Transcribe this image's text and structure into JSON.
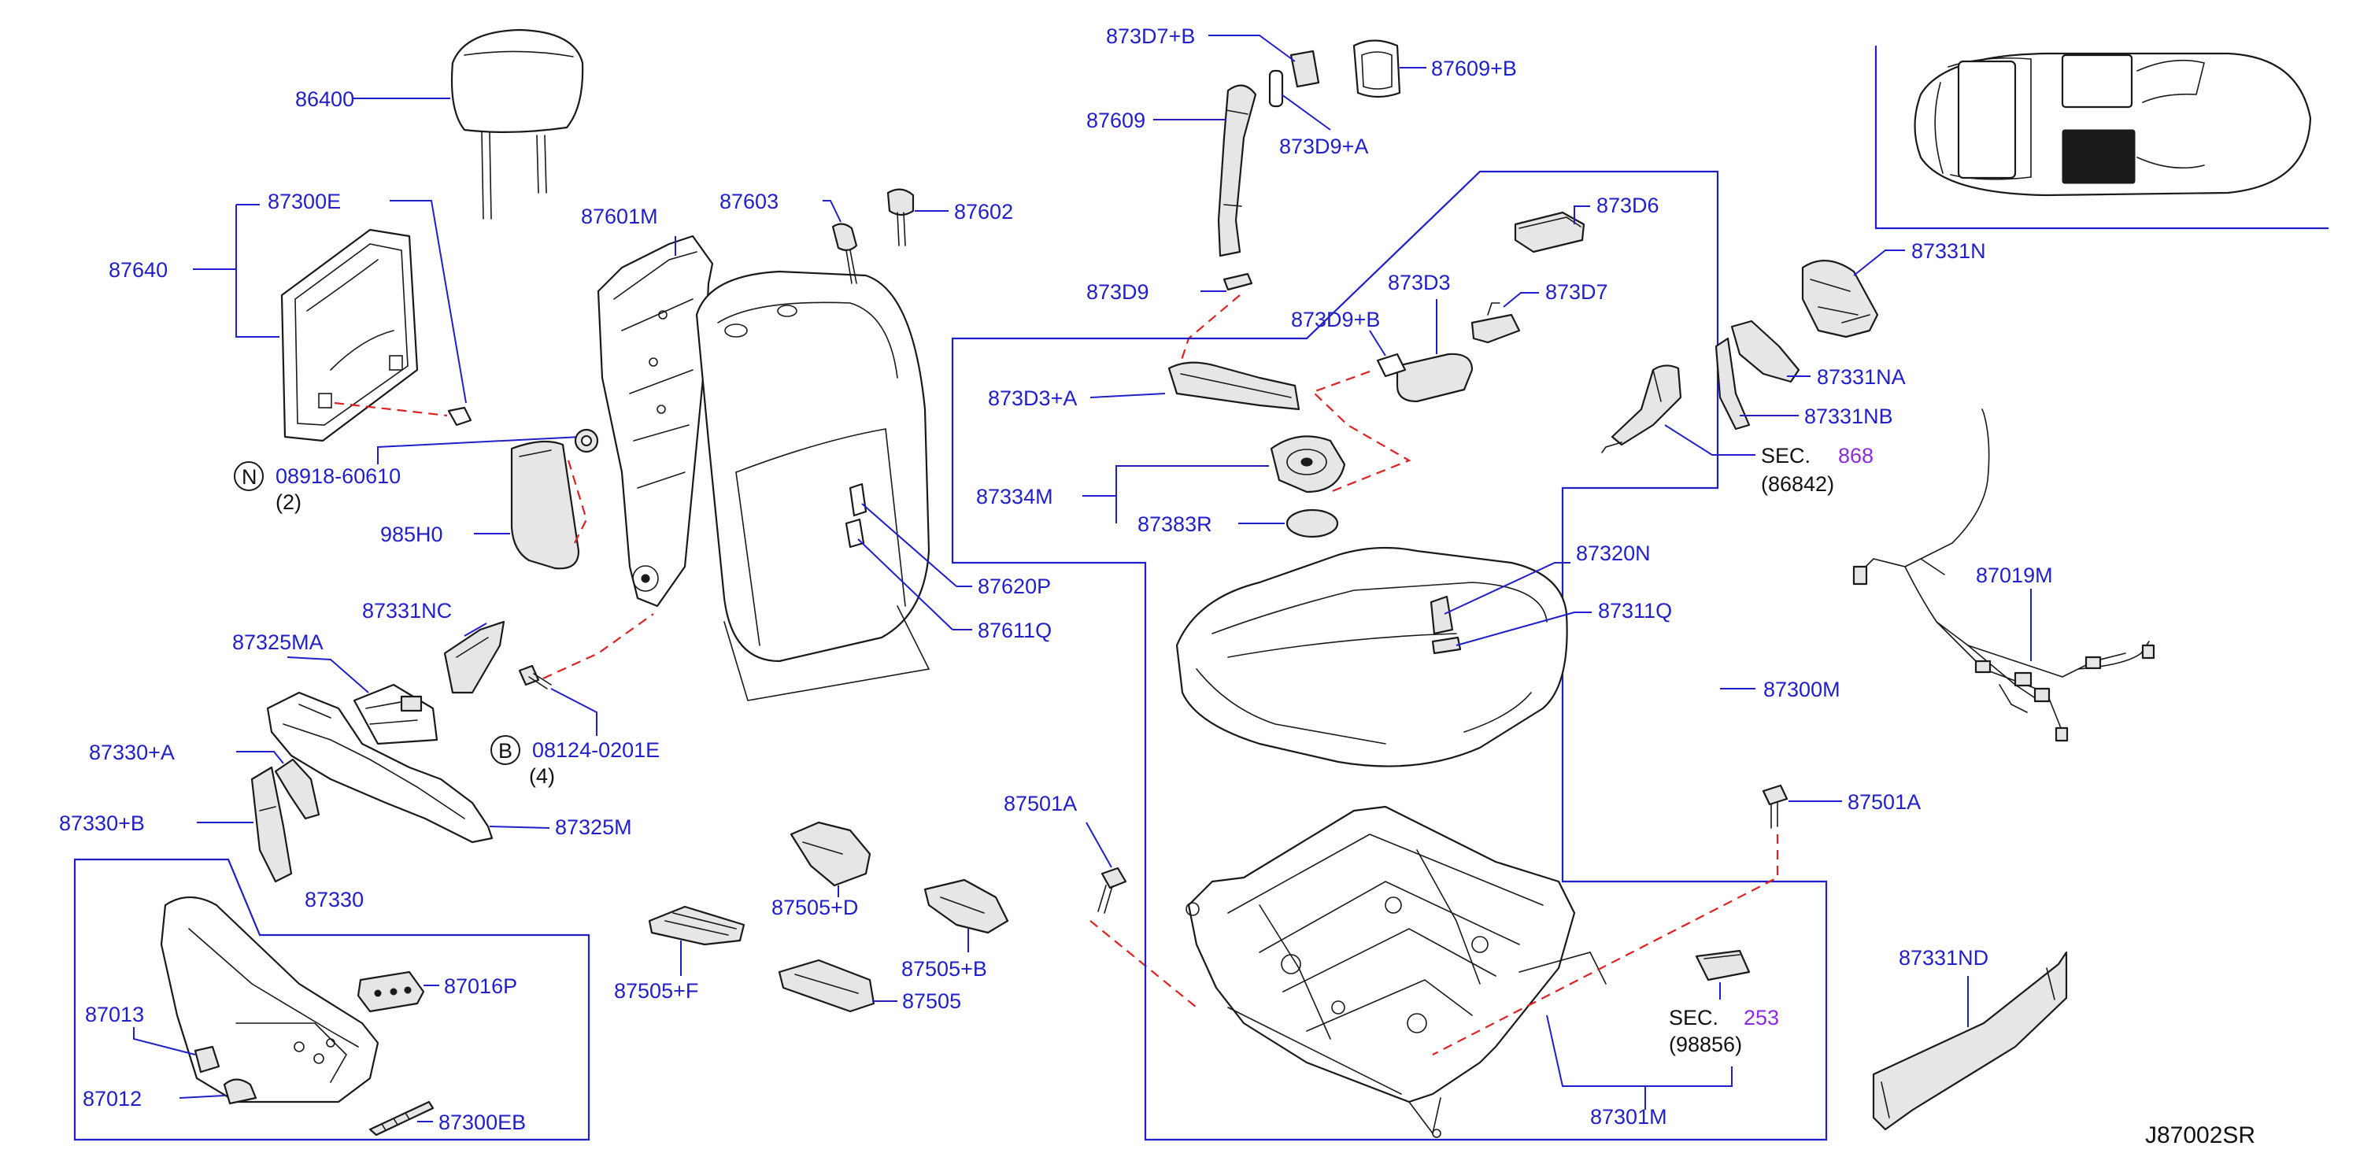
{
  "diagram_id": "J87002SR",
  "labels": {
    "l_86400": "86400",
    "l_87300E": "87300E",
    "l_87640": "87640",
    "l_08918": "08918-60610",
    "l_08918_qty": "(2)",
    "l_985H0": "985H0",
    "l_87601M": "87601M",
    "l_87603": "87603",
    "l_87602": "87602",
    "l_87620P": "87620P",
    "l_87611Q": "87611Q",
    "l_87331NC": "87331NC",
    "l_87325MA": "87325MA",
    "l_08124": "08124-0201E",
    "l_08124_qty": "(4)",
    "l_87330A": "87330+A",
    "l_87330B": "87330+B",
    "l_87325M": "87325M",
    "l_87330": "87330",
    "l_87016P": "87016P",
    "l_87013": "87013",
    "l_87012": "87012",
    "l_87300EB": "87300EB",
    "l_87505D": "87505+D",
    "l_87505F": "87505+F",
    "l_87505B": "87505+B",
    "l_87505": "87505",
    "l_87501A_1": "87501A",
    "l_873D7B": "873D7+B",
    "l_87609B": "87609+B",
    "l_87609": "87609",
    "l_873D9A": "873D9+A",
    "l_873D9": "873D9",
    "l_873D6": "873D6",
    "l_873D3": "873D3",
    "l_873D7": "873D7",
    "l_873D9B": "873D9+B",
    "l_873D3A": "873D3+A",
    "l_87334M": "87334M",
    "l_87383R": "87383R",
    "l_87320N": "87320N",
    "l_87311Q": "87311Q",
    "l_87300M": "87300M",
    "l_87501A_2": "87501A",
    "l_87301M": "87301M",
    "l_sec253": "SEC.",
    "l_sec253_num": "253",
    "l_98856": "(98856)",
    "l_87331N": "87331N",
    "l_87331NA": "87331NA",
    "l_87331NB": "87331NB",
    "l_sec868": "SEC.",
    "l_sec868_num": "868",
    "l_86842": "(86842)",
    "l_87019M": "87019M",
    "l_87331ND": "87331ND"
  },
  "markers": {
    "n_marker": "N",
    "b_marker": "B"
  },
  "colors": {
    "label": "#1f1fcc",
    "leader": "#1f1fcc",
    "dashed_link": "#e02020",
    "section_number": "#8a2be2",
    "part_outline": "#1a1a1a"
  }
}
